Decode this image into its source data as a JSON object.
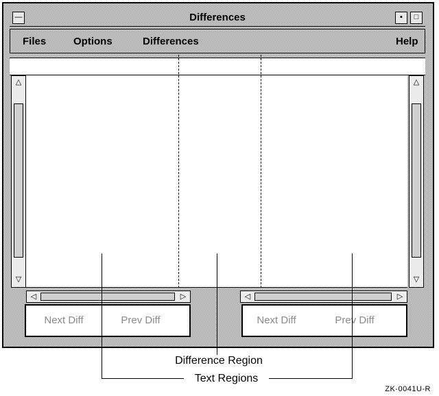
{
  "window": {
    "title": "Differences",
    "icons": {
      "menu": "window-menu-icon",
      "minimize": "minimize-icon",
      "maximize": "maximize-icon"
    }
  },
  "menubar": {
    "files": "Files",
    "options": "Options",
    "differences": "Differences",
    "help": "Help"
  },
  "left_pane": {
    "next_label": "Next Diff",
    "prev_label": "Prev Diff"
  },
  "right_pane": {
    "next_label": "Next Diff",
    "prev_label": "Prev Diff"
  },
  "callouts": {
    "difference_region": "Difference Region",
    "text_regions": "Text Regions"
  },
  "figure_id": "ZK-0041U-R"
}
